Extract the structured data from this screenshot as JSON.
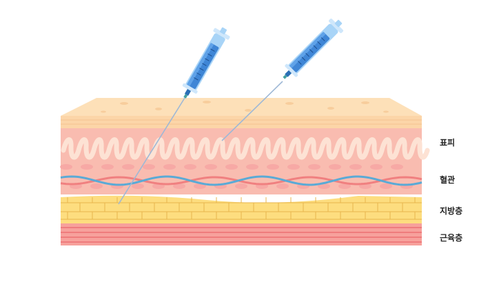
{
  "labels": {
    "epidermis": "표피",
    "blood_vessel": "혈관",
    "fat_layer": "지방층",
    "muscle_layer": "근육층"
  },
  "colors": {
    "epidermis_top": "#fddcb3",
    "epidermis": "#fcd4a8",
    "dermis": "#f9b9ad",
    "dermis_wave": "#fde0d2",
    "dermis_cells": "#f6a0a0",
    "vessel_blue": "#5aa9d6",
    "vessel_red": "#f47f7f",
    "fat": "#fddd7d",
    "fat_lines": "#e9b94e",
    "muscle": "#f49b97",
    "muscle_lines": "#ef7c7d",
    "syringe_body": "#4a90e2",
    "syringe_light": "#a8d4f7"
  },
  "icons": [
    "syringe-icon-left",
    "syringe-icon-right"
  ]
}
